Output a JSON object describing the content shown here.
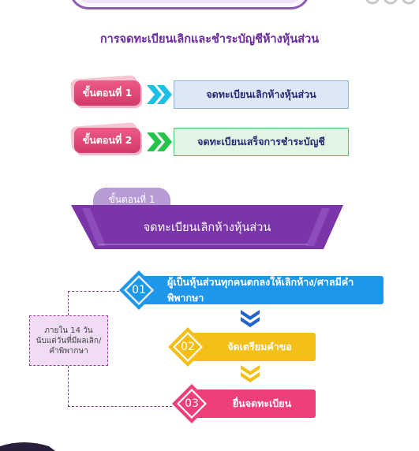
{
  "title": "การจดทะเบียนเลิกและชำระบัญชีห้างหุ้นส่วน",
  "steps": [
    {
      "badge": "ขั้นตอนที่ 1",
      "label": "จดทะเบียนเลิกห้างหุ้นส่วน"
    },
    {
      "badge": "ขั้นตอนที่ 2",
      "label": "จดทะเบียนเสร็จการชำระบัญชี"
    }
  ],
  "section": {
    "tab": "ขั้นตอนที่ 1",
    "heading": "จดทะเบียนเลิกห้างหุ้นส่วน"
  },
  "flow": [
    {
      "num": "01",
      "label": "ผู้เป็นหุ้นส่วนทุกคนตกลงให้เลิกห้าง/ศาลมีคำพิพากษา",
      "color": "#1e97ea"
    },
    {
      "num": "02",
      "label": "จัดเตรียมคำขอ",
      "color": "#f6bf17"
    },
    {
      "num": "03",
      "label": "ยื่นจดทะเบียน",
      "color": "#ee3f7c"
    }
  ],
  "note": {
    "line1": "ภายใน 14 วัน",
    "line2": "นับแต่วันที่มีผลเลิก/",
    "line3": "คำพิพากษา"
  },
  "colors": {
    "purple": "#6a2a9e",
    "arrow_cyan": "#1ec1e6",
    "arrow_green": "#27c24a",
    "arrow_blue": "#2463c9",
    "arrow_yellow": "#f6bf17"
  }
}
